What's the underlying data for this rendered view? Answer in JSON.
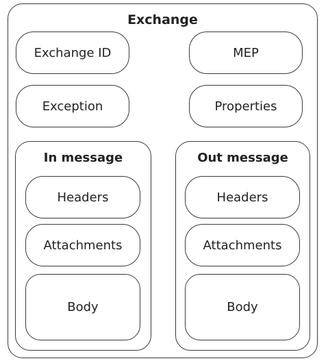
{
  "exchange": {
    "title": "Exchange",
    "exchange_id": "Exchange ID",
    "mep": "MEP",
    "exception": "Exception",
    "properties": "Properties"
  },
  "in_message": {
    "title": "In message",
    "headers": "Headers",
    "attachments": "Attachments",
    "body": "Body"
  },
  "out_message": {
    "title": "Out message",
    "headers": "Headers",
    "attachments": "Attachments",
    "body": "Body"
  }
}
